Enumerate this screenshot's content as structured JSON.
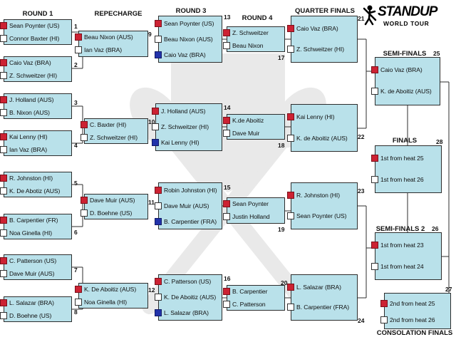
{
  "branding": {
    "main": "STANDUP",
    "sub": "WORLD TOUR"
  },
  "headers": {
    "round1": "ROUND 1",
    "repecharge": "REPECHARGE",
    "round3": "ROUND 3",
    "round4": "ROUND 4",
    "quarter_finals": "QUARTER FINALS",
    "semi_finals": "SEMI-FINALS",
    "finals": "FINALS",
    "semi_finals_2": "SEMI-FINALS 2",
    "consolation_finals": "CONSOLATION FINALS"
  },
  "colors": {
    "box_fill": "#b9e1ea",
    "win_marker": "#cc2233",
    "blue_marker": "#2233aa",
    "line": "#2d2d2d"
  },
  "heat_numbers": {
    "h1": "1",
    "h2": "2",
    "h3": "3",
    "h4": "4",
    "h5": "5",
    "h6": "6",
    "h7": "7",
    "h8": "8",
    "h9": "9",
    "h10": "10",
    "h11": "11",
    "h12": "12",
    "h13": "13",
    "h14": "14",
    "h15": "15",
    "h16": "16",
    "h17": "17",
    "h18": "18",
    "h19": "19",
    "h20": "20",
    "h21": "21",
    "h22": "22",
    "h23": "23",
    "h24": "24",
    "h25": "25",
    "h26": "26",
    "h27": "27",
    "h28": "28"
  },
  "round1": [
    {
      "a": "Sean Poynter (US)",
      "b": "Connor Baxter (HI)"
    },
    {
      "a": "Caio Vaz (BRA)",
      "b": "Z. Schweitzer (HI)"
    },
    {
      "a": "J. Holland (AUS)",
      "b": "B. Nixon (AUS)"
    },
    {
      "a": "Kai Lenny (HI)",
      "b": "Ian Vaz (BRA)"
    },
    {
      "a": "R. Johnston (HI)",
      "b": "K. De Abotiz (AUS)"
    },
    {
      "a": "B. Carpentier (FR)",
      "b": "Noa Ginella (HI)"
    },
    {
      "a": "C. Patterson (US)",
      "b": "Dave Muir (AUS)"
    },
    {
      "a": "L. Salazar (BRA)",
      "b": "D. Boehne (US)"
    }
  ],
  "repecharge": [
    {
      "a": "Beau Nixon (AUS)",
      "b": "Ian Vaz (BRA)"
    },
    {
      "a": "C. Baxter (HI)",
      "b": "Z. Schweitzer (HI)"
    },
    {
      "a": "Dave Muir (AUS)",
      "b": "D. Boehne (US)"
    },
    {
      "a": "K. De Aboitiz (AUS)",
      "b": "Noa Ginella (HI)"
    }
  ],
  "round3": [
    {
      "a": "Sean Poynter (US)",
      "b": "Beau Nixon (AUS)",
      "c": "Caio Vaz (BRA)"
    },
    {
      "a": "J. Holland (AUS)",
      "b": "Z. Schweitzer (HI)",
      "c": "Kai Lenny (HI)"
    },
    {
      "a": "Robin Johnston (HI)",
      "b": "Dave Muir (AUS)",
      "c": "B. Carpentier (FRA)"
    },
    {
      "a": "C. Patterson (US)",
      "b": "K. De Aboitiz (AUS)",
      "c": "L. Salazar (BRA)"
    }
  ],
  "round4": [
    {
      "a": "Z. Schweitzer",
      "b": "Beau Nixon"
    },
    {
      "a": "K.de Aboitiz",
      "b": "Dave Muir"
    },
    {
      "a": "Sean Poynter",
      "b": "Justin Holland"
    },
    {
      "a": "B. Carpentier",
      "b": "C. Patterson"
    }
  ],
  "quarter_finals": [
    {
      "a": "Caio Vaz (BRA)",
      "b": "Z. Schweitzer (HI)"
    },
    {
      "a": "Kai Lenny (HI)",
      "b": "K. de Aboitiz (AUS)"
    },
    {
      "a": "R. Johnston (HI)",
      "b": "Sean Poynter (US)"
    },
    {
      "a": "L. Salazar (BRA)",
      "b": "B. Carpentier (FRA)"
    }
  ],
  "semi_finals": {
    "a": "Caio Vaz (BRA)",
    "b": "K. de Aboitiz (AUS)"
  },
  "finals": {
    "a": "1st from heat 25",
    "b": "1st from heat 26"
  },
  "semi_finals_2": {
    "a": "1st from heat 23",
    "b": "1st from heat 24"
  },
  "consolation_finals": {
    "a": "2nd from heat 25",
    "b": "2nd from heat 26"
  }
}
